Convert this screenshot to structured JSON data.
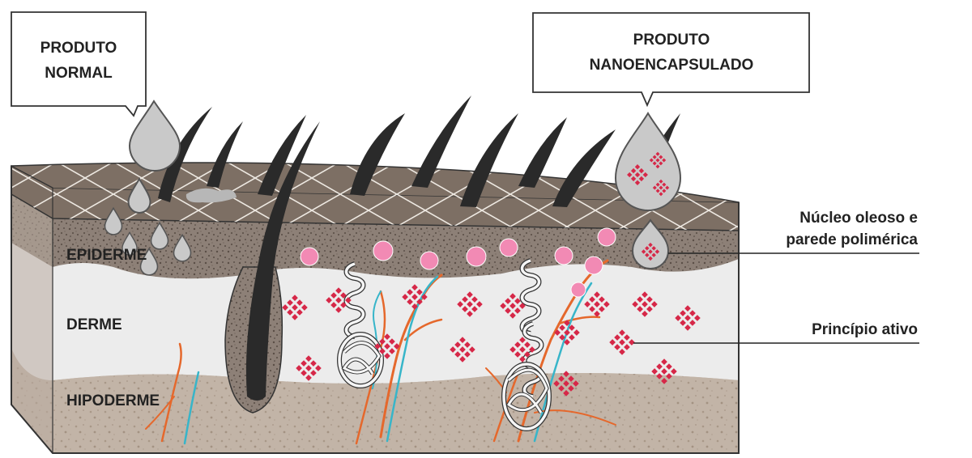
{
  "callouts": {
    "normal": {
      "line1": "PRODUTO",
      "line2": "NORMAL"
    },
    "nano": {
      "line1": "PRODUTO",
      "line2": "NANOENCAPSULADO"
    }
  },
  "layers": {
    "epiderme": "EPIDERME",
    "derme": "DERME",
    "hipoderme": "HIPODERME"
  },
  "annotations": {
    "nucleo_line1": "Núcleo oleoso e",
    "nucleo_line2": "parede polimérica",
    "principio": "Princípio ativo"
  },
  "colors": {
    "surface": "#7d6f64",
    "epidermis": "#8f8178",
    "dermis": "#ececec",
    "hypodermis": "#bdaea1",
    "hair": "#2a2a2a",
    "droplet": "#c9c9c9",
    "nanoparticle": "#f28ab4",
    "active_ingredient": "#d62848",
    "vessel_red": "#e5682c",
    "vessel_blue": "#37b5c9"
  },
  "icons": {
    "normal_product": "droplet-icon",
    "nano_product": "nanocapsule-droplet-icon",
    "active_ingredient": "diamond-cluster-icon"
  }
}
